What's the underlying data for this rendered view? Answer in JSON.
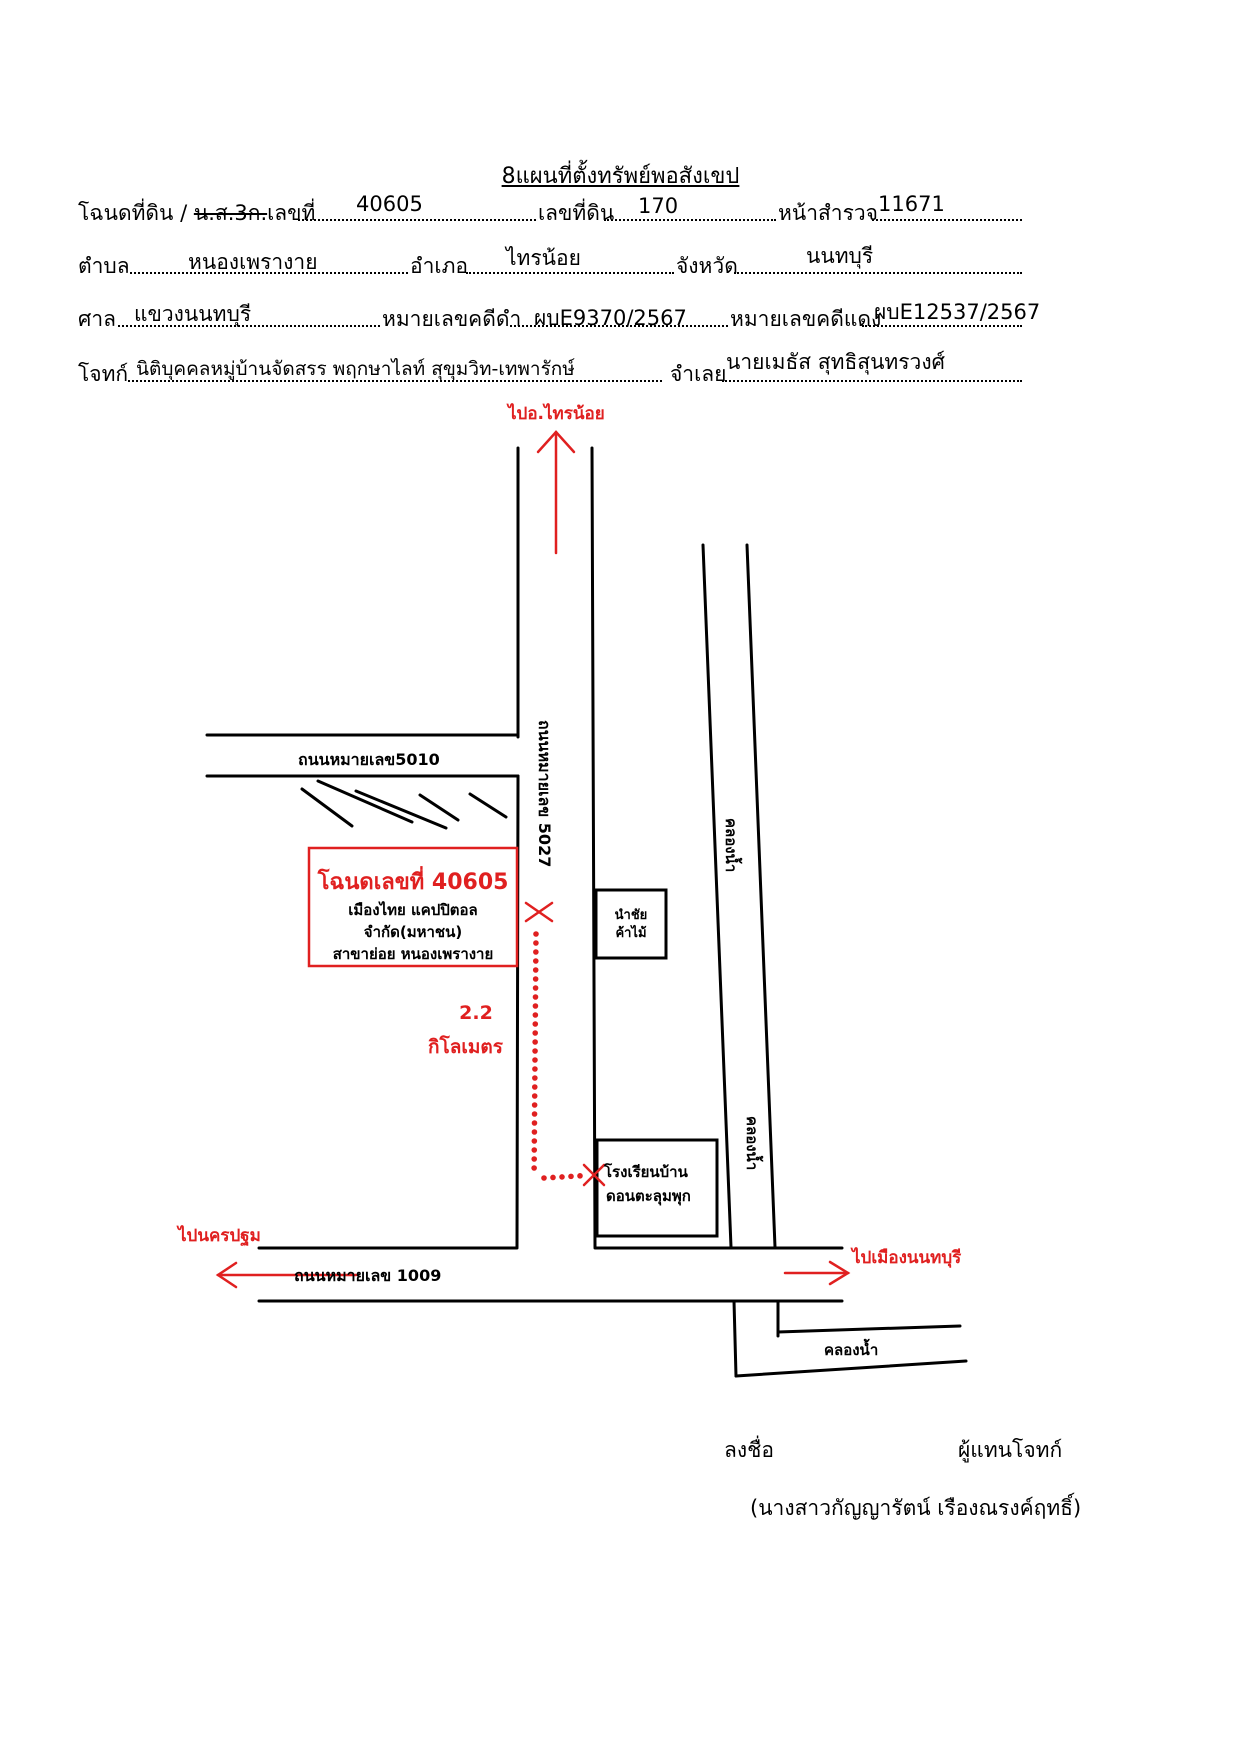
{
  "document": {
    "title": "8แผนที่ตั้งทรัพย์พอสังเขป",
    "row1": {
      "label_deed": "โฉนดที่ดิน / ",
      "label_struck": "น.ส.3ก.",
      "label_number": "เลขที่",
      "deed_number": "40605",
      "label_land_no": "เลขที่ดิน",
      "land_no": "170",
      "label_survey": "หน้าสำรวจ",
      "survey_page": "11671"
    },
    "row2": {
      "label_subdistrict": "ตำบล",
      "subdistrict": "หนองเพรางาย",
      "label_district": "อำเภอ",
      "district": "ไทรน้อย",
      "label_province": "จังหวัด",
      "province": "นนทบุรี"
    },
    "row3": {
      "label_court": "ศาล",
      "court": "แขวงนนทบุรี",
      "label_black_case": "หมายเลขคดีดำ",
      "black_case": "ผบE9370/2567",
      "label_red_case": "หมายเลขคดีแดง",
      "red_case": "ผบE12537/2567"
    },
    "row4": {
      "label_plaintiff": "โจทก์",
      "plaintiff": "นิติบุคคลหมู่บ้านจัดสรร พฤกษาไลท์ สุขุมวิท-เทพารักษ์",
      "label_defendant": "จำเลย",
      "defendant": "นายเมธัส สุทธิสุนทรวงศ์"
    }
  },
  "map": {
    "to_sainoi": "ไปอ.ไทรน้อย",
    "road_5027": "ถนนหมายเลข 5027",
    "road_5010": "ถนนหมายเลข5010",
    "canal_1": "คลองน้ำ",
    "canal_2": "คลองน้ำ",
    "canal_3": "คลองน้ำ",
    "deed_box_title": "โฉนดเลขที่ 40605",
    "deed_box_line1": "เมืองไทย แคปปิตอล",
    "deed_box_line2": "จำกัด(มหาชน)",
    "deed_box_line3": "สาขาย่อย หนองเพรางาย",
    "shop_line1": "นำชัย",
    "shop_line2": "ค้าไม้",
    "distance_value": "2.2",
    "distance_unit": "กิโลเมตร",
    "school_line1": "โรงเรียนบ้าน",
    "school_line2": "ดอนตะลุมพุก",
    "to_nakhon_pathom": "ไปนครปฐม",
    "to_nonthaburi": "ไปเมืองนนทบุรี",
    "road_1009": "ถนนหมายเลข 1009"
  },
  "signature": {
    "label_sign": "ลงชื่อ",
    "label_role": "ผู้แทนโจทก์",
    "name": "(นางสาวกัญญารัตน์ เรืองณรงค์ฤทธิ์)"
  },
  "colors": {
    "accent_red": "#e02020",
    "ink": "#000000"
  }
}
